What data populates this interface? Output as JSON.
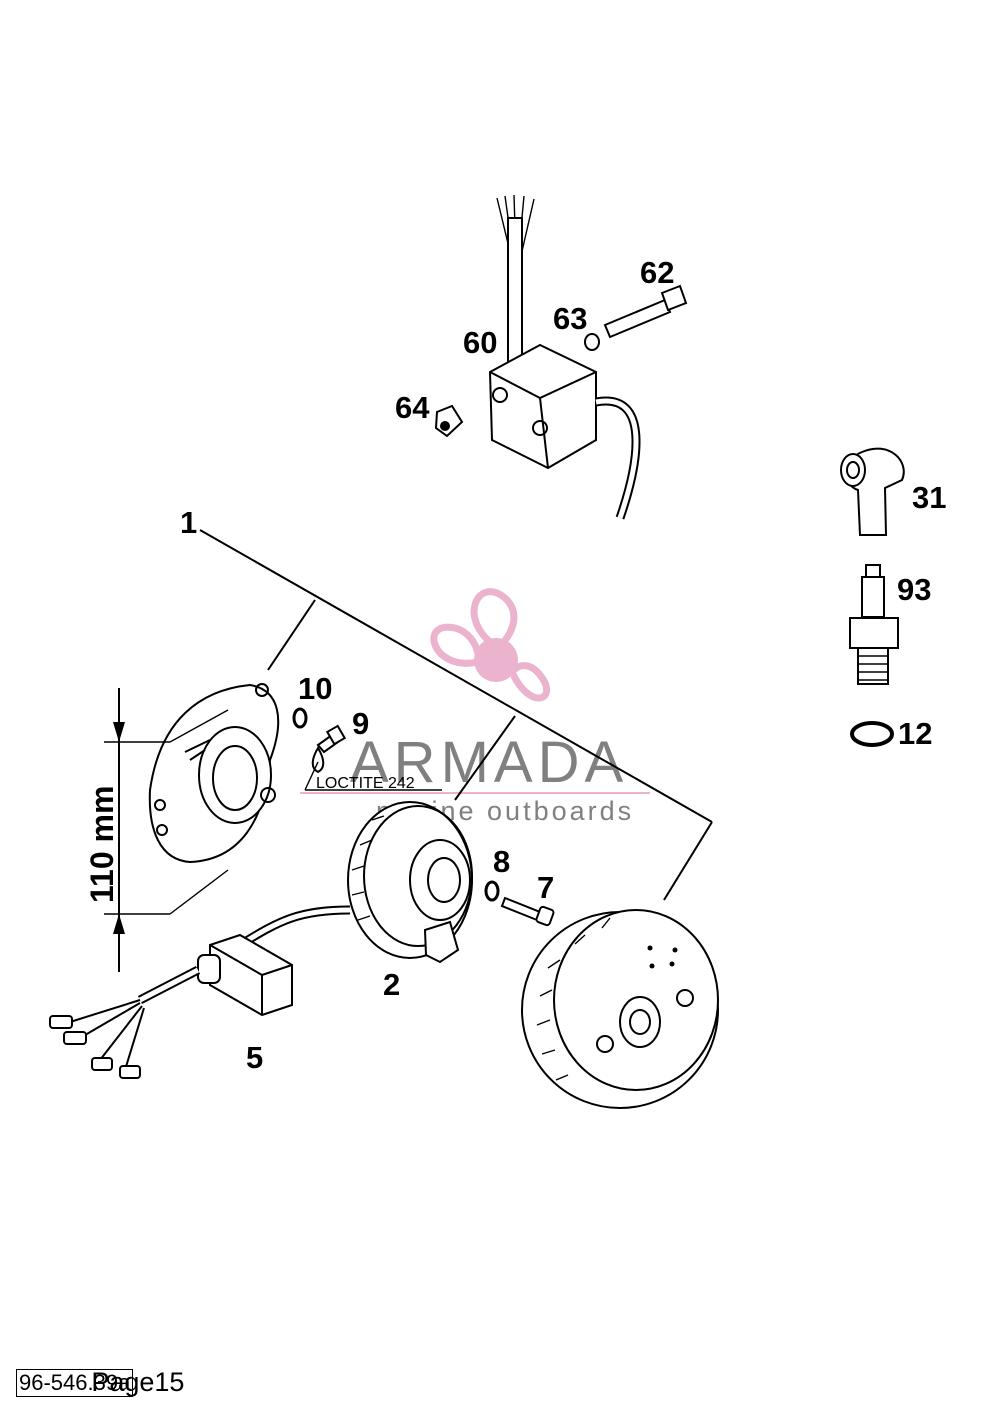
{
  "callouts": {
    "p1": "1",
    "p2": "2",
    "p5": "5",
    "p7": "7",
    "p8": "8",
    "p9": "9",
    "p10": "10",
    "p12": "12",
    "p31": "31",
    "p60": "60",
    "p62": "62",
    "p63": "63",
    "p64": "64",
    "p93": "93"
  },
  "dimension_label": "110 mm",
  "loctite_label": "LOCTITE 242",
  "watermark": {
    "title": "ARMADA",
    "subtitle": "marine outboards",
    "color": "#e8a6c6"
  },
  "footer": {
    "drawing_code": "96-546.39a",
    "page_label": "Page15"
  }
}
